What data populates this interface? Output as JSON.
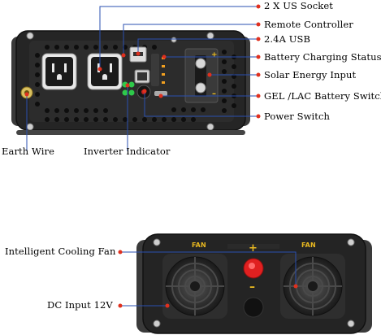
{
  "front_panel": {
    "labels": {
      "us_socket": "2 X US Socket",
      "remote_controller": "Remote Controller",
      "usb": "2.4A USB",
      "battery_charging_status": "Battery Charging Status",
      "solar_input": "Solar Energy Input",
      "battery_switch": "GEL /LAC Battery Switch",
      "power_switch": "Power Switch",
      "earth_wire": "Earth Wire",
      "inverter_indicator": "Inverter Indicator"
    }
  },
  "rear_panel": {
    "labels": {
      "cooling_fan": "Intelligent Cooling Fan",
      "dc_input": "DC  Input 12V"
    },
    "fan_text": "FAN",
    "plus": "+",
    "minus": "–"
  },
  "colors": {
    "leader_line": "#2a4fb0",
    "dot": "#e0301e",
    "body": "#222222",
    "positive_terminal": "#e02020"
  }
}
